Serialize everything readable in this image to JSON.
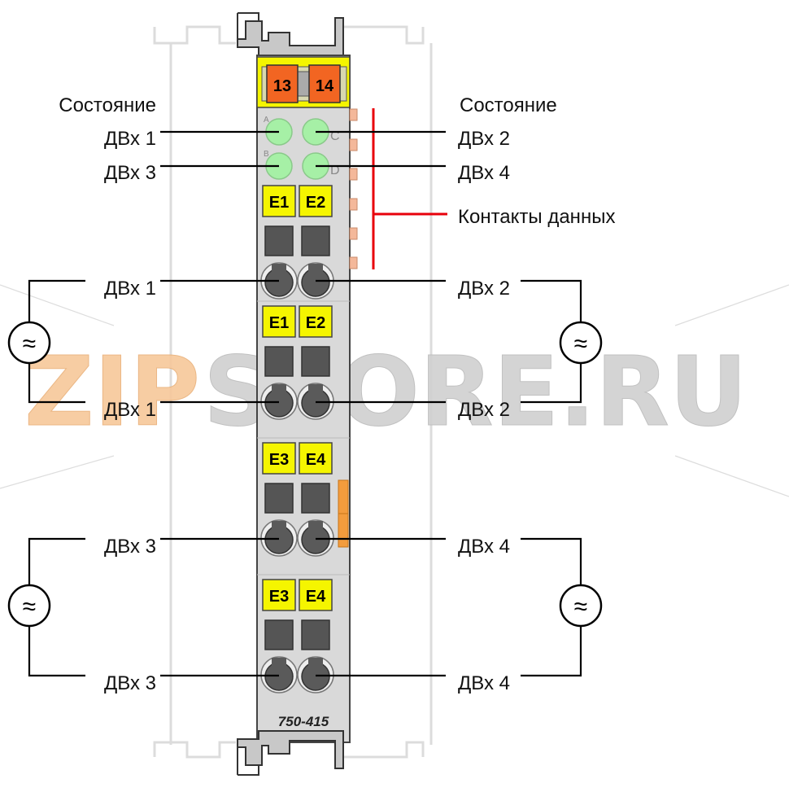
{
  "module": {
    "part_number": "750-415",
    "power_contacts": [
      "13",
      "14"
    ],
    "led_letters": [
      "A",
      "C",
      "B",
      "D"
    ],
    "terminal_tags": [
      [
        "E1",
        "E2"
      ],
      [
        "E1",
        "E2"
      ],
      [
        "E3",
        "E4"
      ],
      [
        "E3",
        "E4"
      ]
    ]
  },
  "labels": {
    "status_left": "Состояние",
    "status_right": "Состояние",
    "led_din1": "ДВх 1",
    "led_din2": "ДВх 2",
    "led_din3": "ДВх 3",
    "led_din4": "ДВх 4",
    "data_contacts": "Контакты данных",
    "din1_top": "ДВх 1",
    "din1_bottom": "ДВх 1",
    "din2_top": "ДВх 2",
    "din2_bottom": "ДВх 2",
    "din3_top": "ДВх 3",
    "din3_bottom": "ДВх 3",
    "din4_top": "ДВх 4",
    "din4_bottom": "ДВх 4"
  },
  "source_symbol": "≈",
  "watermark": "ZIPSTORE.RU",
  "colors": {
    "housing": "#d8d8d8",
    "tag_yellow": "#f5f500",
    "power_contact_orange": "#f26522",
    "led_green": "#a6f0a6",
    "data_line_red": "#e8000b",
    "watermark_orange": "#f7c89a",
    "watermark_gray": "#cfcfcf"
  }
}
